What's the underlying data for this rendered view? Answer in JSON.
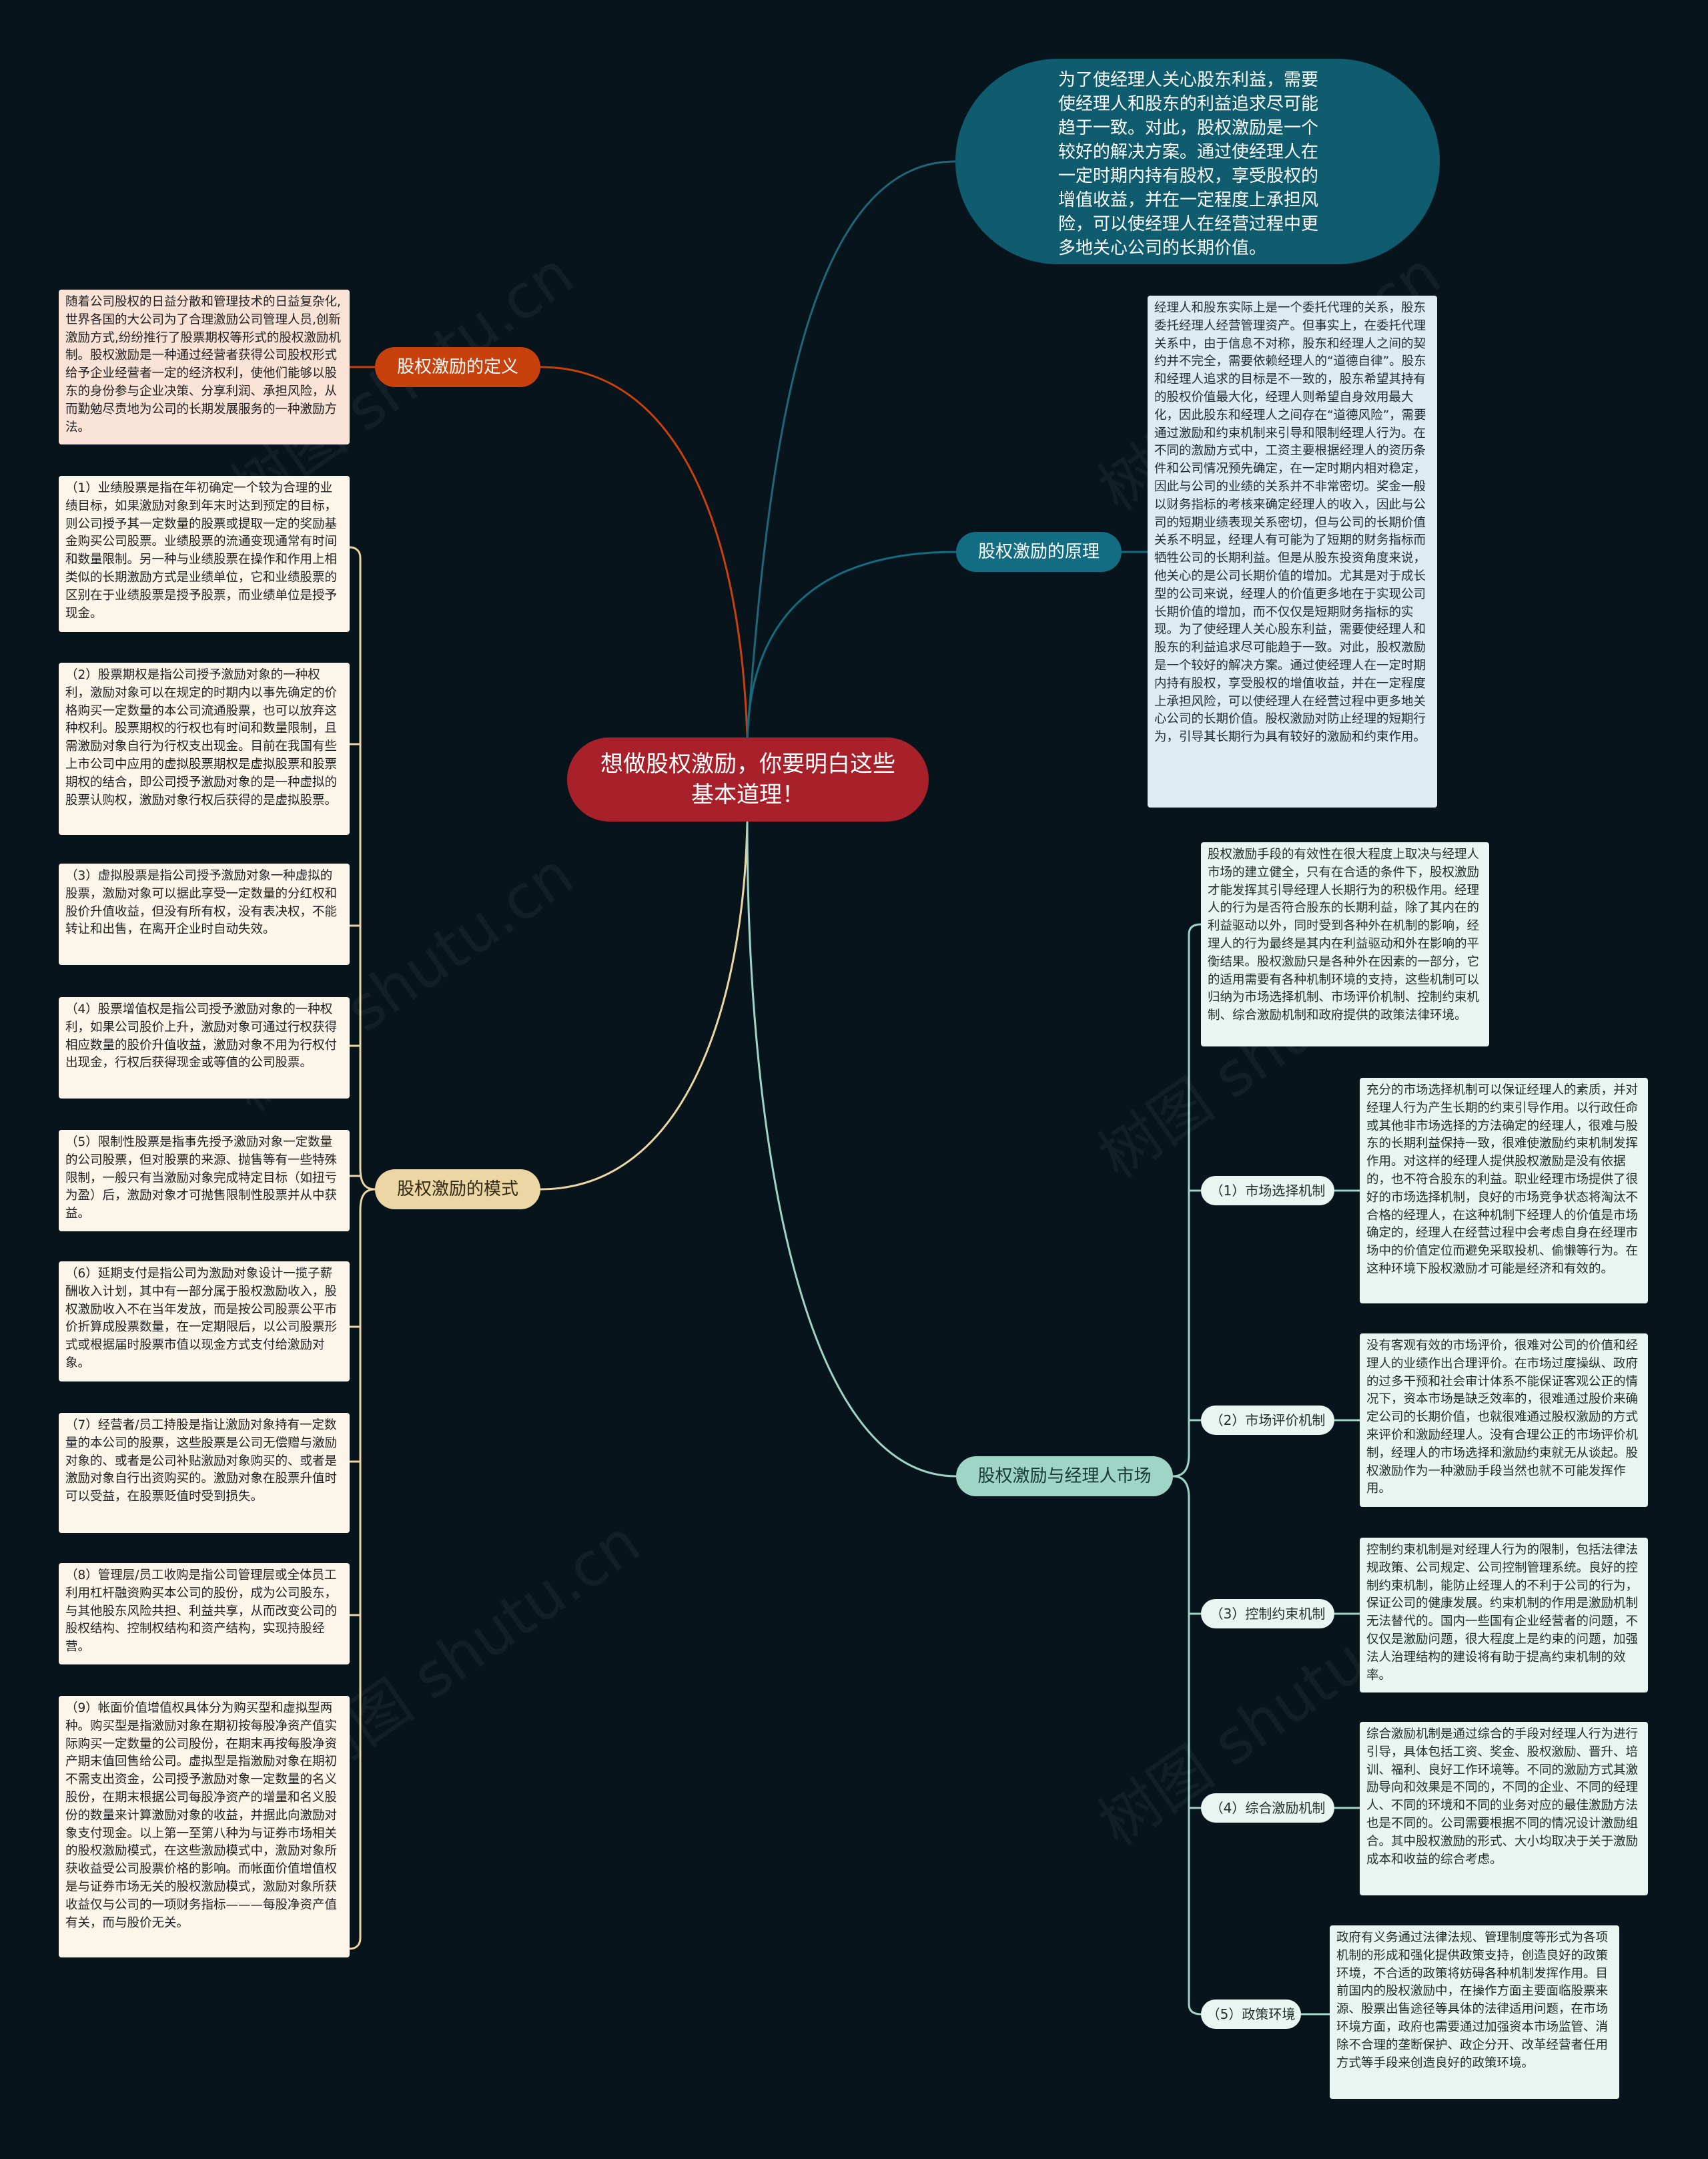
{
  "root": {
    "title": "想做股权激励，你要明白这些基本道理！"
  },
  "top_note": "为了使经理人关心股东利益，需要使经理人和股东的利益追求尽可能趋于一致。对此，股权激励是一个较好的解决方案。通过使经理人在一定时期内持有股权，享受股权的增值收益，并在一定程度上承担风险，可以使经理人在经营过程中更多地关心公司的长期价值。",
  "branches": {
    "definition": {
      "label": "股权激励的定义",
      "note": "随着公司股权的日益分散和管理技术的日益复杂化,世界各国的大公司为了合理激励公司管理人员,创新激励方式,纷纷推行了股票期权等形式的股权激励机制。股权激励是一种通过经营者获得公司股权形式给予企业经营者一定的经济权利，使他们能够以股东的身份参与企业决策、分享利润、承担风险，从而勤勉尽责地为公司的长期发展服务的一种激励方法。"
    },
    "principle": {
      "label": "股权激励的原理",
      "note": "经理人和股东实际上是一个委托代理的关系，股东委托经理人经营管理资产。但事实上，在委托代理关系中，由于信息不对称，股东和经理人之间的契约并不完全，需要依赖经理人的“道德自律”。股东和经理人追求的目标是不一致的，股东希望其持有的股权价值最大化，经理人则希望自身效用最大化，因此股东和经理人之间存在“道德风险”，需要通过激励和约束机制来引导和限制经理人行为。在不同的激励方式中，工资主要根据经理人的资历条件和公司情况预先确定，在一定时期内相对稳定，因此与公司的业绩的关系并不非常密切。奖金一般以财务指标的考核来确定经理人的收入，因此与公司的短期业绩表现关系密切，但与公司的长期价值关系不明显，经理人有可能为了短期的财务指标而牺牲公司的长期利益。但是从股东投资角度来说，他关心的是公司长期价值的增加。尤其是对于成长型的公司来说，经理人的价值更多地在于实现公司长期价值的增加，而不仅仅是短期财务指标的实现。为了使经理人关心股东利益，需要使经理人和股东的利益追求尽可能趋于一致。对此，股权激励是一个较好的解决方案。通过使经理人在一定时期内持有股权，享受股权的增值收益，并在一定程度上承担风险，可以使经理人在经营过程中更多地关心公司的长期价值。股权激励对防止经理的短期行为，引导其长期行为具有较好的激励和约束作用。"
    },
    "modes": {
      "label": "股权激励的模式",
      "items": [
        "（1）业绩股票是指在年初确定一个较为合理的业绩目标，如果激励对象到年末时达到预定的目标，则公司授予其一定数量的股票或提取一定的奖励基金购买公司股票。业绩股票的流通变现通常有时间和数量限制。另一种与业绩股票在操作和作用上相类似的长期激励方式是业绩单位，它和业绩股票的区别在于业绩股票是授予股票，而业绩单位是授予现金。",
        "（2）股票期权是指公司授予激励对象的一种权利，激励对象可以在规定的时期内以事先确定的价格购买一定数量的本公司流通股票，也可以放弃这种权利。股票期权的行权也有时间和数量限制，且需激励对象自行为行权支出现金。目前在我国有些上市公司中应用的虚拟股票期权是虚拟股票和股票期权的结合，即公司授予激励对象的是一种虚拟的股票认购权，激励对象行权后获得的是虚拟股票。",
        "（3）虚拟股票是指公司授予激励对象一种虚拟的股票，激励对象可以据此享受一定数量的分红权和股价升值收益，但没有所有权，没有表决权，不能转让和出售，在离开企业时自动失效。",
        "（4）股票增值权是指公司授予激励对象的一种权利，如果公司股价上升，激励对象可通过行权获得相应数量的股价升值收益，激励对象不用为行权付出现金，行权后获得现金或等值的公司股票。",
        "（5）限制性股票是指事先授予激励对象一定数量的公司股票，但对股票的来源、抛售等有一些特殊限制，一般只有当激励对象完成特定目标（如扭亏为盈）后，激励对象才可抛售限制性股票并从中获益。",
        "（6）延期支付是指公司为激励对象设计一揽子薪酬收入计划，其中有一部分属于股权激励收入，股权激励收入不在当年发放，而是按公司股票公平市价折算成股票数量，在一定期限后，以公司股票形式或根据届时股票市值以现金方式支付给激励对象。",
        "（7）经营者/员工持股是指让激励对象持有一定数量的本公司的股票，这些股票是公司无偿赠与激励对象的、或者是公司补贴激励对象购买的、或者是激励对象自行出资购买的。激励对象在股票升值时可以受益，在股票贬值时受到损失。",
        "（8）管理层/员工收购是指公司管理层或全体员工利用杠杆融资购买本公司的股份，成为公司股东，与其他股东风险共担、利益共享，从而改变公司的股权结构、控制权结构和资产结构，实现持股经营。",
        "（9）帐面价值增值权具体分为购买型和虚拟型两种。购买型是指激励对象在期初按每股净资产值实际购买一定数量的公司股份，在期末再按每股净资产期末值回售给公司。虚拟型是指激励对象在期初不需支出资金，公司授予激励对象一定数量的名义股份，在期末根据公司每股净资产的增量和名义股份的数量来计算激励对象的收益，并据此向激励对象支付现金。以上第一至第八种为与证券市场相关的股权激励模式，在这些激励模式中，激励对象所获收益受公司股票价格的影响。而帐面价值增值权是与证券市场无关的股权激励模式，激励对象所获收益仅与公司的一项财务指标———每股净资产值有关，而与股价无关。"
      ]
    },
    "market": {
      "label": "股权激励与经理人市场",
      "note": "股权激励手段的有效性在很大程度上取决与经理人市场的建立健全，只有在合适的条件下，股权激励才能发挥其引导经理人长期行为的积极作用。经理人的行为是否符合股东的长期利益，除了其内在的利益驱动以外，同时受到各种外在机制的影响，经理人的行为最终是其内在利益驱动和外在影响的平衡结果。股权激励只是各种外在因素的一部分，它的适用需要有各种机制环境的支持，这些机制可以归纳为市场选择机制、市场评价机制、控制约束机制、综合激励机制和政府提供的政策法律环境。",
      "subs": [
        {
          "label": "（1）市场选择机制",
          "note": "充分的市场选择机制可以保证经理人的素质，并对经理人行为产生长期的约束引导作用。以行政任命或其他非市场选择的方法确定的经理人，很难与股东的长期利益保持一致，很难使激励约束机制发挥作用。对这样的经理人提供股权激励是没有依据的，也不符合股东的利益。职业经理市场提供了很好的市场选择机制，良好的市场竞争状态将淘汰不合格的经理人，在这种机制下经理人的价值是市场确定的，经理人在经营过程中会考虑自身在经理市场中的价值定位而避免采取投机、偷懒等行为。在这种环境下股权激励才可能是经济和有效的。"
        },
        {
          "label": "（2）市场评价机制",
          "note": "没有客观有效的市场评价，很难对公司的价值和经理人的业绩作出合理评价。在市场过度操纵、政府的过多干预和社会审计体系不能保证客观公正的情况下，资本市场是缺乏效率的，很难通过股价来确定公司的长期价值，也就很难通过股权激励的方式来评价和激励经理人。没有合理公正的市场评价机制，经理人的市场选择和激励约束就无从谈起。股权激励作为一种激励手段当然也就不可能发挥作用。"
        },
        {
          "label": "（3）控制约束机制",
          "note": "控制约束机制是对经理人行为的限制，包括法律法规政策、公司规定、公司控制管理系统。良好的控制约束机制，能防止经理人的不利于公司的行为，保证公司的健康发展。约束机制的作用是激励机制无法替代的。国内一些国有企业经营者的问题，不仅仅是激励问题，很大程度上是约束的问题，加强法人治理结构的建设将有助于提高约束机制的效率。"
        },
        {
          "label": "（4）综合激励机制",
          "note": "综合激励机制是通过综合的手段对经理人行为进行引导，具体包括工资、奖金、股权激励、晋升、培训、福利、良好工作环境等。不同的激励方式其激励导向和效果是不同的，不同的企业、不同的经理人、不同的环境和不同的业务对应的最佳激励方法也是不同的。公司需要根据不同的情况设计激励组合。其中股权激励的形式、大小均取决于关于激励成本和收益的综合考虑。"
        },
        {
          "label": "（5）政策环境",
          "note": "政府有义务通过法律法规、管理制度等形式为各项机制的形成和强化提供政策支持，创造良好的政策环境，不合适的政策将妨碍各种机制发挥作用。目前国内的股权激励中，在操作方面主要面临股票来源、股票出售途径等具体的法律适用问题，在市场环境方面，政府也需要通过加强资本市场监管、消除不合理的垄断保护、政企分开、改革经营者任用方式等手段来创造良好的政策环境。"
        }
      ]
    }
  },
  "colors": {
    "background": "#07141c",
    "root": "#a8212a",
    "definition": "#c8410c",
    "modes": "#ecd7a4",
    "principle": "#126c82",
    "market": "#9ed5c4",
    "top_bubble": "#0e5c6e"
  },
  "watermark": "树图 shutu.cn"
}
